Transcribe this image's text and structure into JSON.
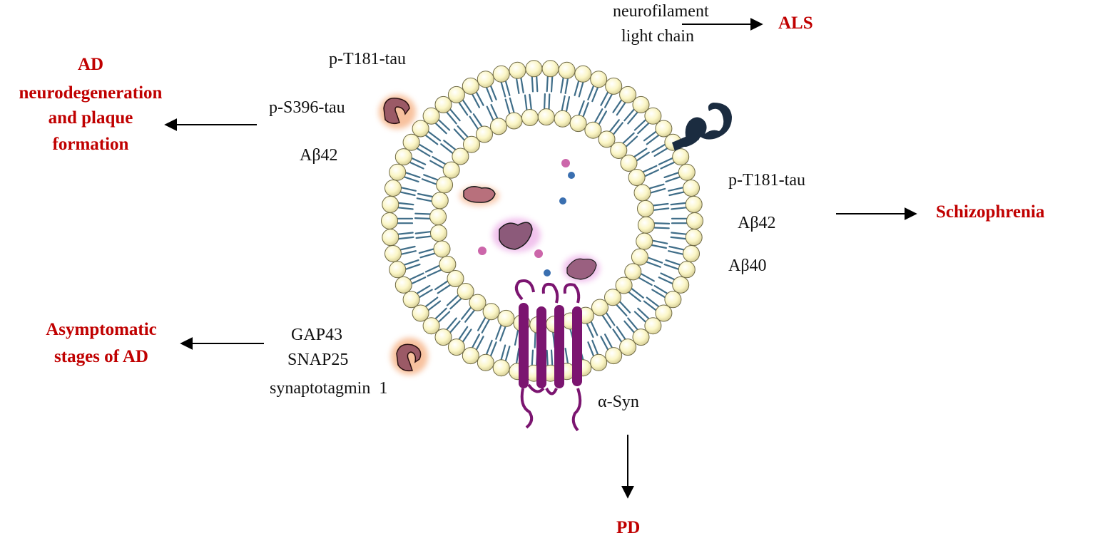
{
  "biomarker_labels": {
    "neurofilament_line1": "neurofilament",
    "neurofilament_line2": "light chain",
    "p_t181_tau_top": "p-T181-tau",
    "p_s396_tau": "p-S396-tau",
    "abeta42_left": "Aβ42",
    "p_t181_tau_right": "p-T181-tau",
    "abeta42_right": "Aβ42",
    "abeta40_right": "Aβ40",
    "gap43": "GAP43",
    "snap25": "SNAP25",
    "synaptotagmin": "synaptotagmin  1",
    "alpha_syn": "α-Syn"
  },
  "disease_labels": {
    "als": "ALS",
    "ad_line1": "AD",
    "ad_line2": "neurodegeneration",
    "ad_line3": "and plaque",
    "ad_line4": "formation",
    "schizophrenia": "Schizophrenia",
    "asymptomatic_line1": "Asymptomatic",
    "asymptomatic_line2": "stages of AD",
    "pd": "PD"
  },
  "colors": {
    "disease_text": "#c00000",
    "lipid_head": "#fbf6c6",
    "lipid_tail": "#3f6d88",
    "alpha_syn": "#7b1570",
    "dark_protein": "#1b2c40",
    "tau_protein": "#9b5a66"
  }
}
